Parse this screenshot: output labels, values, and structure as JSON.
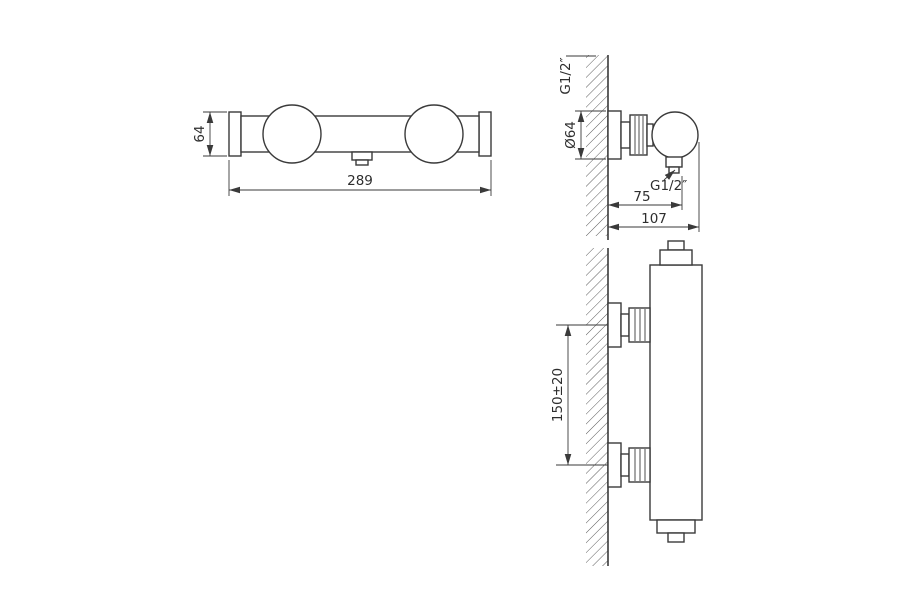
{
  "colors": {
    "line": "#3a3a3a",
    "text": "#2e2e2e",
    "background": "#ffffff"
  },
  "front_view": {
    "height": "64",
    "width": "289"
  },
  "side_view": {
    "supply_thread": "G1/2″",
    "flange_diameter": "Ø64",
    "outlet_thread": "G1/2″",
    "wall_to_outlet": "75",
    "wall_to_front": "107"
  },
  "mount_view": {
    "port_spacing": "150±20"
  }
}
